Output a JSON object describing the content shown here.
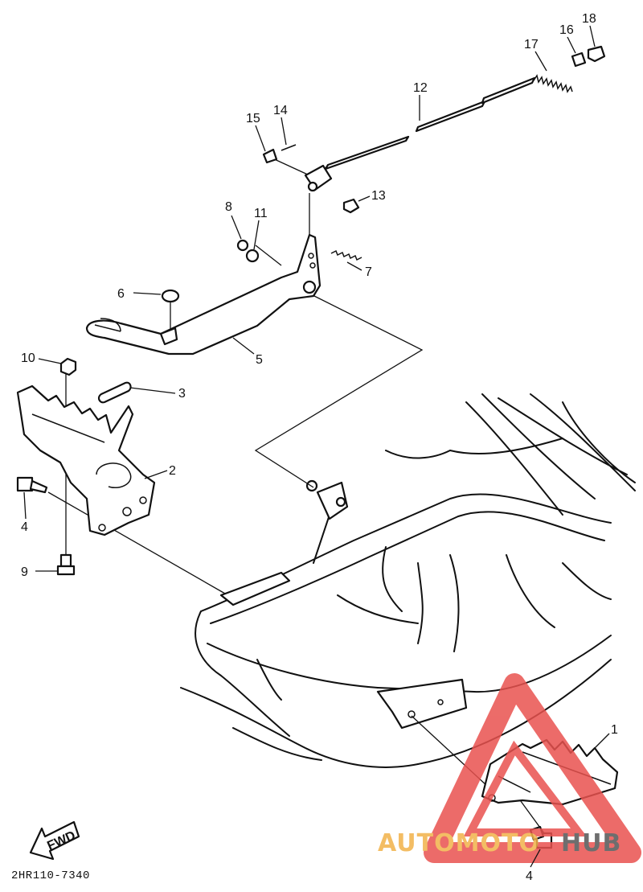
{
  "labels": {
    "p1": "1",
    "p2": "2",
    "p3": "3",
    "p4a": "4",
    "p4b": "4",
    "p5": "5",
    "p6": "6",
    "p7": "7",
    "p8": "8",
    "p9": "9",
    "p10": "10",
    "p11": "11",
    "p12": "12",
    "p13": "13",
    "p14": "14",
    "p15": "15",
    "p16": "16",
    "p17": "17",
    "p18": "18"
  },
  "fwd": "FWD",
  "code": "2HR110-7340",
  "watermark": {
    "text_a": "AUTOMOTO",
    "text_b": "HUB",
    "color_a": "#f2b24a",
    "color_b": "#555555",
    "triangle_color": "#e9524f"
  }
}
